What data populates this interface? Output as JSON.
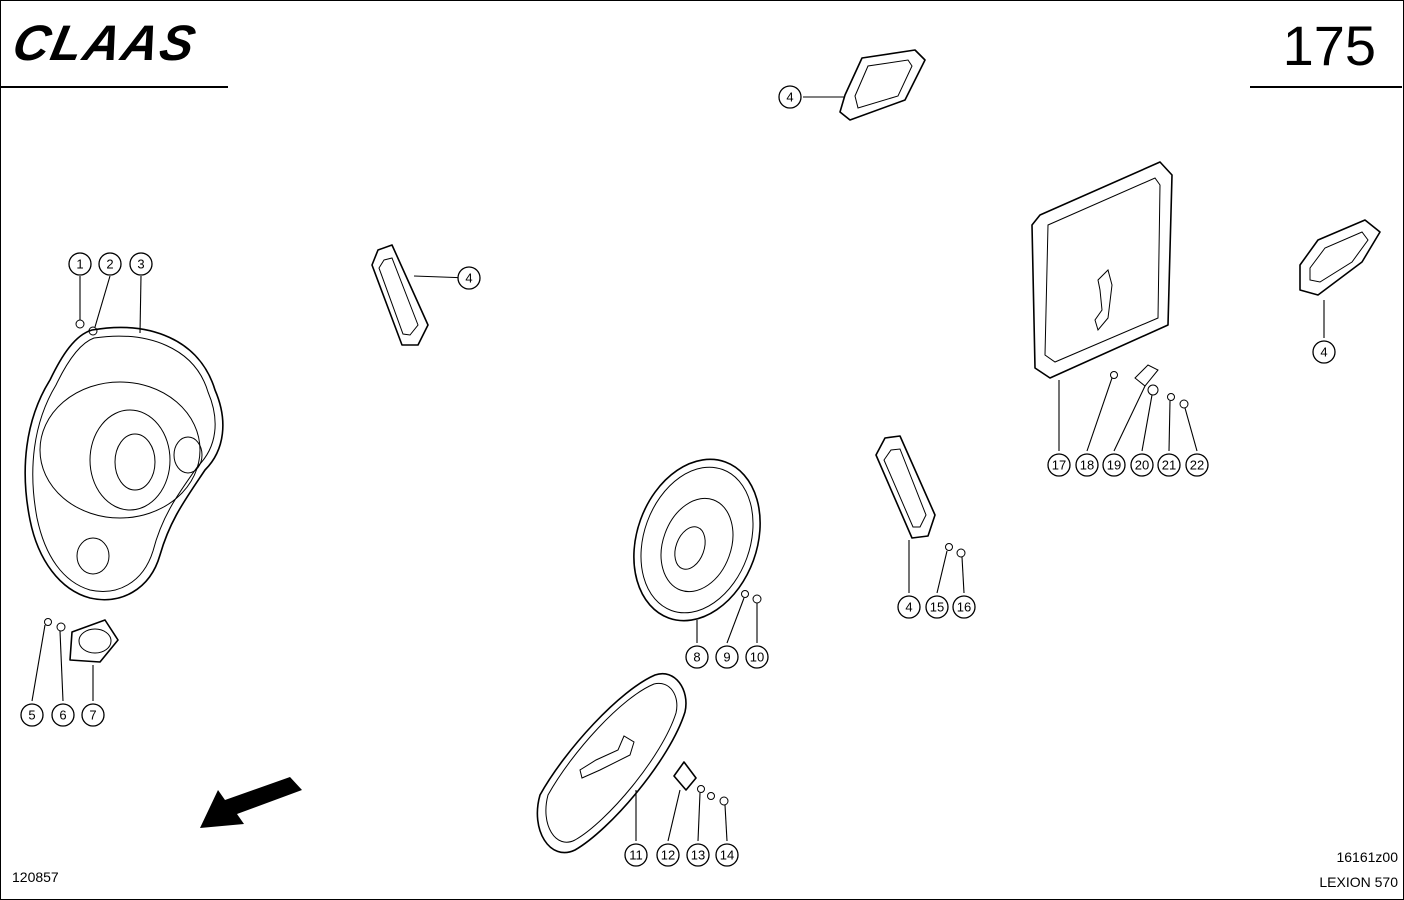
{
  "header": {
    "brand": "CLAAS",
    "page_number": "175"
  },
  "footer": {
    "drawing_id": "120857",
    "sheet_ref": "16161z00",
    "model": "LEXION 570"
  },
  "callouts": {
    "c1": "1",
    "c2": "2",
    "c3": "3",
    "c4a": "4",
    "c4b": "4",
    "c4c": "4",
    "c4d": "4",
    "c5": "5",
    "c6": "6",
    "c7": "7",
    "c8": "8",
    "c9": "9",
    "c10": "10",
    "c11": "11",
    "c12": "12",
    "c13": "13",
    "c14": "14",
    "c15": "15",
    "c16": "16",
    "c17": "17",
    "c18": "18",
    "c19": "19",
    "c20": "20",
    "c21": "21",
    "c22": "22"
  }
}
